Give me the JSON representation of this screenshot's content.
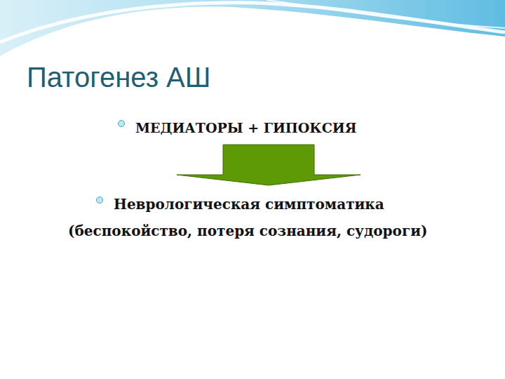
{
  "diagram": {
    "title": "Патогенез АШ",
    "nodes": [
      {
        "text": [
          "МЕДИАТОРЫ + ГИПОКСИЯ"
        ]
      },
      {
        "text": [
          "Неврологическая симптоматика (беспокойство, потеря сознания, судороги)"
        ]
      }
    ],
    "edges": [
      {
        "from": 0,
        "to": 1,
        "arrow": "to"
      }
    ]
  }
}
